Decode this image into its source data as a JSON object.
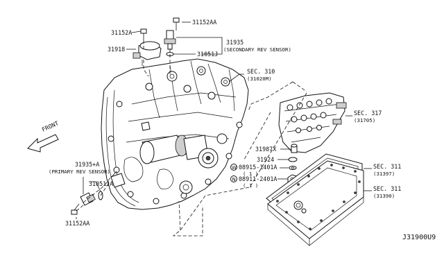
{
  "labels": {
    "p31152a_top": "31152A",
    "p31152aa_top": "31152AA",
    "p31918": "31918",
    "p31935": "31935",
    "p31935_note": "(SECONDARY REV SENSOR)",
    "p31051j": "31051J",
    "sec310": "SEC. 310",
    "sec310_sub": "(31020M)",
    "sec317": "SEC. 317",
    "sec317_sub": "(31705)",
    "front": "FRONT",
    "p31987x": "31987X",
    "p31924": "31924",
    "p08915": "08915-1401A",
    "p08915_qty": "( 1 )",
    "p08911": "08911-2401A",
    "p08911_qty": "( 1 )",
    "sec311a": "SEC. 311",
    "sec311a_sub": "(31397)",
    "sec311b": "SEC. 311",
    "sec311b_sub": "(31390)",
    "p31935a": "31935+A",
    "p31935a_note": "(PRIMARY REV SENSOR)",
    "p31051ja": "31051JA",
    "p31152aa_bot": "31152AA",
    "diagram_id": "J31900U9",
    "circle_w": "W",
    "circle_n": "N"
  },
  "icons": {
    "front_arrow": "front-arrow-icon",
    "washer_w": "circled-w-icon",
    "nut_n": "circled-n-icon"
  }
}
